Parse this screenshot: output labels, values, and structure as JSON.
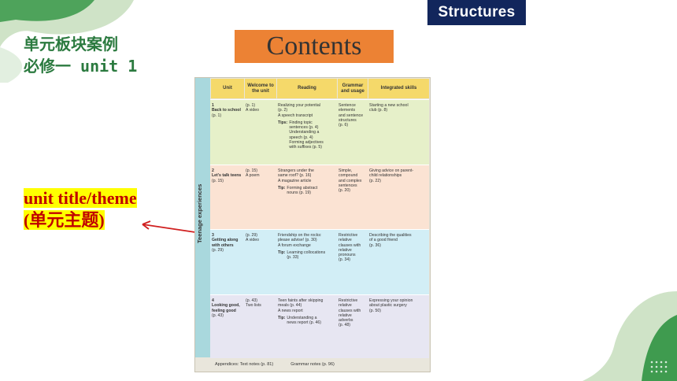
{
  "badge": "Structures",
  "left_title": {
    "line1": "单元板块案例",
    "line2": "必修一 unit 1"
  },
  "contents_title": "Contents",
  "annotation": {
    "line1": "unit title/theme",
    "line2": "(单元主题)"
  },
  "table": {
    "side_label": "Teenage experiences",
    "headers": [
      "Unit",
      "Welcome to the unit",
      "Reading",
      "Grammar and usage",
      "Integrated skills"
    ],
    "rows": [
      {
        "color": "#e6f0c9",
        "unit_num": "1",
        "unit_title": "Back to school",
        "unit_page": "(p. 1)",
        "welcome": [
          "(p. 1)",
          "A video"
        ],
        "reading": [
          "Realizing your potential",
          "(p. 2)",
          "A speech transcript"
        ],
        "tips_label": "Tips:",
        "tips": [
          "Finding topic",
          "sentences (p. 4)",
          "Understanding a",
          "speech (p. 4)",
          "Forming adjectives",
          "with suffixes (p. 5)"
        ],
        "grammar": [
          "Sentence",
          "elements",
          "and sentence",
          "structures",
          "(p. 6)"
        ],
        "integrated": [
          "Starting a new school",
          "club (p. 8)"
        ]
      },
      {
        "color": "#fbe3d3",
        "unit_num": "2",
        "unit_title": "Let's talk teens",
        "unit_page": "(p. 15)",
        "welcome": [
          "(p. 15)",
          "A poem"
        ],
        "reading": [
          "Strangers under the",
          "same roof? (p. 16)",
          "A magazine article"
        ],
        "tips_label": "Tip:",
        "tips": [
          "Forming abstract",
          "nouns (p. 19)"
        ],
        "grammar": [
          "Simple,",
          "compound",
          "and complex",
          "sentences",
          "(p. 20)"
        ],
        "integrated": [
          "Giving advice on parent-",
          "child relationships",
          "(p. 22)"
        ]
      },
      {
        "color": "#d2eef6",
        "unit_num": "3",
        "unit_title": "Getting along with others",
        "unit_page": "(p. 29)",
        "welcome": [
          "(p. 29)",
          "A video"
        ],
        "reading": [
          "Friendship on the rocks:",
          "please advise! (p. 30)",
          "A forum exchange"
        ],
        "tips_label": "Tip:",
        "tips": [
          "Learning collocations",
          "(p. 33)"
        ],
        "grammar": [
          "Restrictive",
          "relative",
          "clauses with",
          "relative",
          "pronouns",
          "(p. 34)"
        ],
        "integrated": [
          "Describing the qualities",
          "of a good friend",
          "(p. 36)"
        ]
      },
      {
        "color": "#e7e6f2",
        "unit_num": "4",
        "unit_title": "Looking good, feeling good",
        "unit_page": "(p. 43)",
        "welcome": [
          "(p. 43)",
          "Two lists"
        ],
        "reading": [
          "Teen faints after skipping",
          "meals (p. 44)",
          "A news report"
        ],
        "tips_label": "Tip:",
        "tips": [
          "Understanding a",
          "news report (p. 46)"
        ],
        "grammar": [
          "Restrictive",
          "relative",
          "clauses with",
          "relative",
          "adverbs",
          "(p. 48)"
        ],
        "integrated": [
          "Expressing your opinion",
          "about plastic surgery",
          "(p. 50)"
        ]
      }
    ],
    "footer": {
      "appendices": "Appendices: Text notes (p. 81)",
      "grammar_notes": "Grammar notes (p. 96)"
    }
  },
  "colors": {
    "badge": "#12265c",
    "contents": "#ec8234",
    "annotation": "#c00000",
    "highlight": "#ffff00",
    "green_title": "#2b7a3f"
  }
}
